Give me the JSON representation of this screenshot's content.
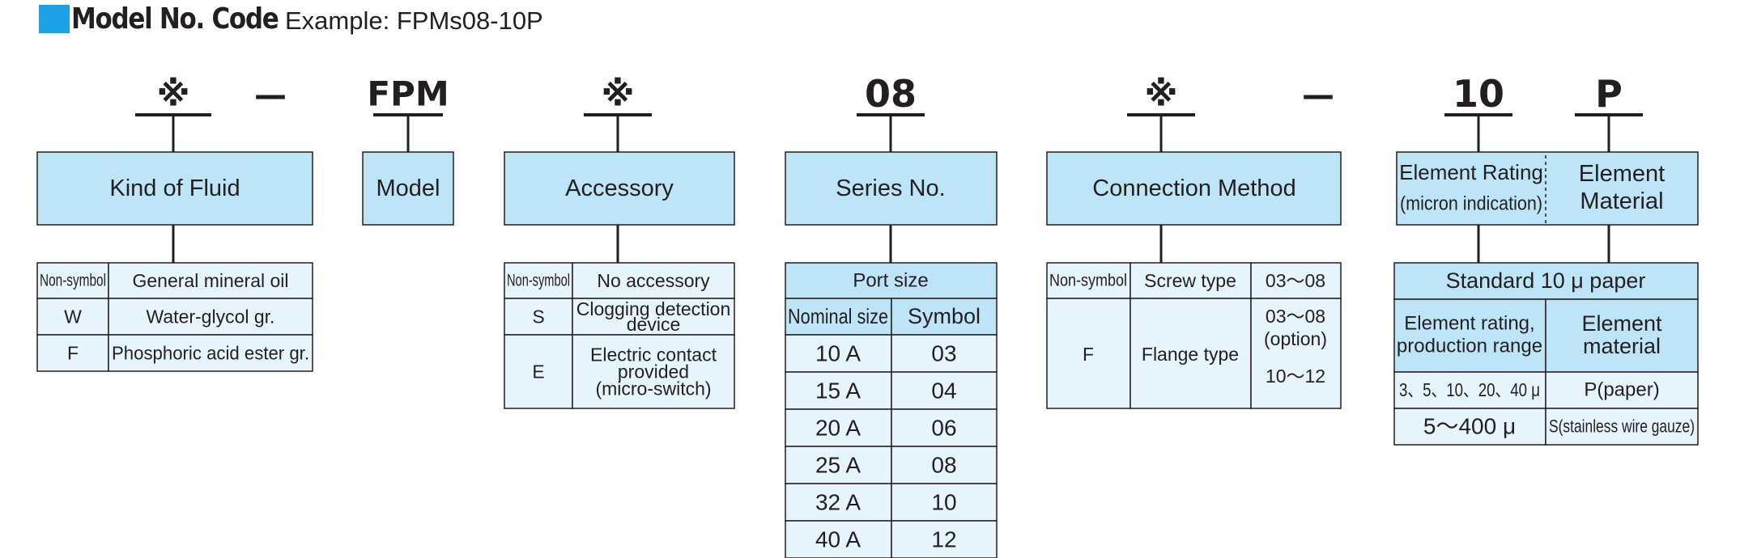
{
  "header": {
    "title": "Model No. Code",
    "example": "Example: FPMs08-10P"
  },
  "code_symbols": {
    "fluid": "※",
    "dash1": "—",
    "model": "FPM",
    "accessory": "※",
    "series": "08",
    "connection": "※",
    "dash2": "—",
    "rating": "10",
    "material": "P"
  },
  "boxes": {
    "fluid": "Kind of Fluid",
    "model": "Model",
    "accessory": "Accessory",
    "series": "Series No.",
    "connection": "Connection Method",
    "rating_line1": "Element Rating",
    "rating_line2": "(micron indication)",
    "material_line1": "Element",
    "material_line2": "Material"
  },
  "fluid_table": [
    [
      "Non-symbol",
      "General mineral oil"
    ],
    [
      "W",
      "Water-glycol gr."
    ],
    [
      "F",
      "Phosphoric acid ester gr."
    ]
  ],
  "accessory_table": [
    {
      "symbol": "Non-symbol",
      "lines": [
        "No accessory"
      ]
    },
    {
      "symbol": "S",
      "lines": [
        "Clogging detection",
        "device"
      ]
    },
    {
      "symbol": "E",
      "lines": [
        "Electric contact",
        "provided",
        "(micro-switch)"
      ]
    }
  ],
  "series_table": {
    "title": "Port size",
    "headers": [
      "Nominal size",
      "Symbol"
    ],
    "rows": [
      [
        "10 A",
        "03"
      ],
      [
        "15 A",
        "04"
      ],
      [
        "20 A",
        "06"
      ],
      [
        "25 A",
        "08"
      ],
      [
        "32 A",
        "10"
      ],
      [
        "40 A",
        "12"
      ]
    ]
  },
  "connection_table": {
    "row1": [
      "Non-symbol",
      "Screw type",
      "03～08"
    ],
    "row2_symbol": "F",
    "row2_type": "Flange type",
    "row2_range1": "03～08",
    "row2_range2": "(option)",
    "row2_range3": "10～12"
  },
  "element_table": {
    "title": "Standard 10 μ paper",
    "headers": [
      "Element rating, production range",
      "Element material"
    ],
    "header_lines": [
      [
        "Element rating,",
        "production range"
      ],
      [
        "Element",
        "material"
      ]
    ],
    "rows": [
      [
        "3、5、10、20、40 μ",
        "P(paper)"
      ],
      [
        "5～400 μ",
        "S(stainless wire gauze)"
      ]
    ]
  },
  "colors": {
    "box_fill": "#bde5f7",
    "cell_fill": "#e6f5fc",
    "line": "#231f20",
    "accent": "#1da1e6"
  }
}
